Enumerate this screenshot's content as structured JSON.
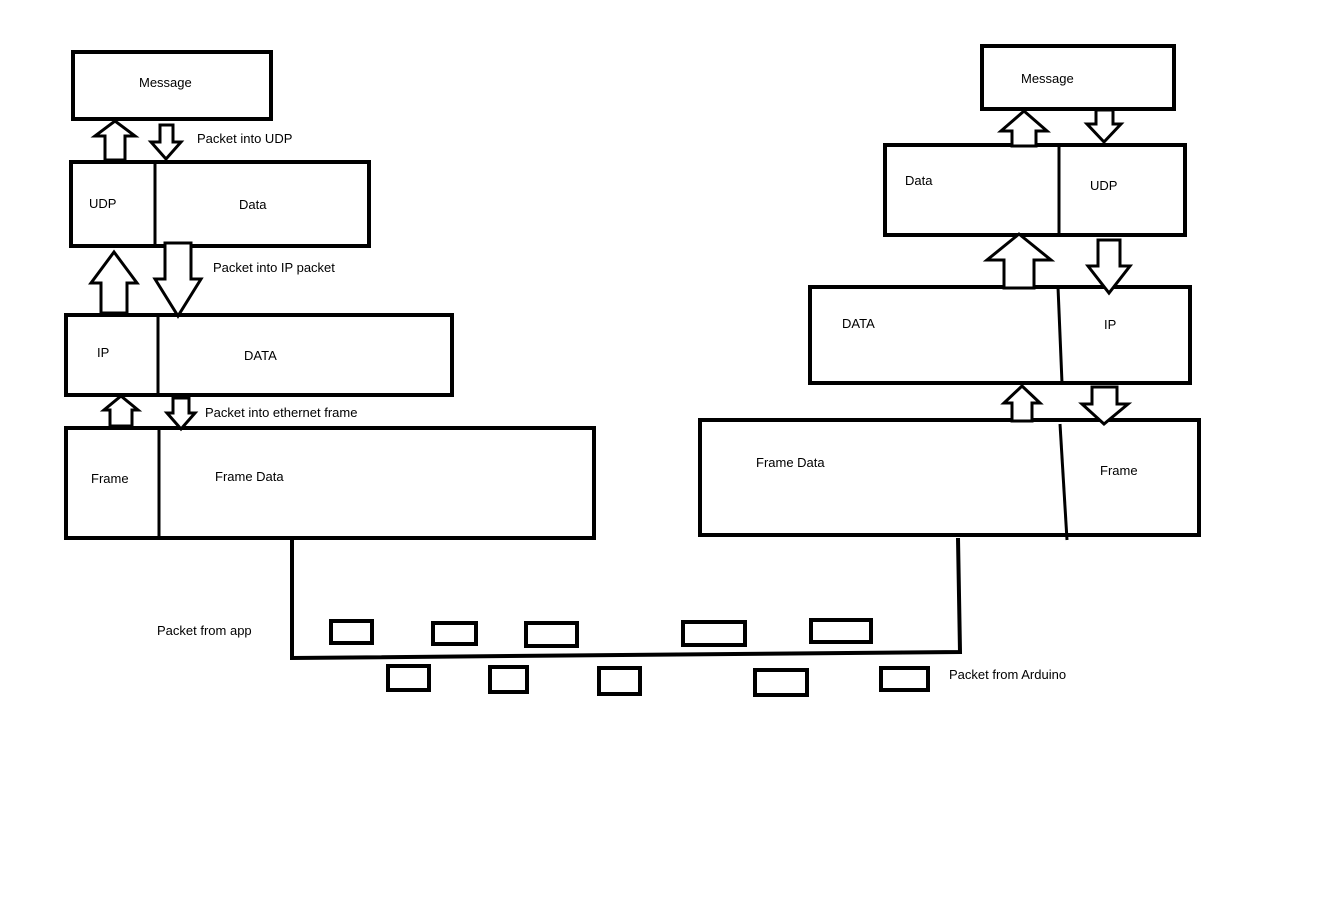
{
  "left_stack": {
    "message": "Message",
    "udp_header": "UDP",
    "udp_data": "Data",
    "ip_header": "IP",
    "ip_data": "DATA",
    "frame_header": "Frame",
    "frame_data": "Frame Data"
  },
  "right_stack": {
    "message": "Message",
    "udp_data": "Data",
    "udp_header": "UDP",
    "ip_data": "DATA",
    "ip_header": "IP",
    "frame_data": "Frame Data",
    "frame_header": "Frame"
  },
  "annotations": {
    "packet_into_udp": "Packet into UDP",
    "packet_into_ip": "Packet into IP packet",
    "packet_into_ethernet": "Packet into ethernet frame",
    "packet_from_app": "Packet from app",
    "packet_from_arduino": "Packet from Arduino"
  }
}
